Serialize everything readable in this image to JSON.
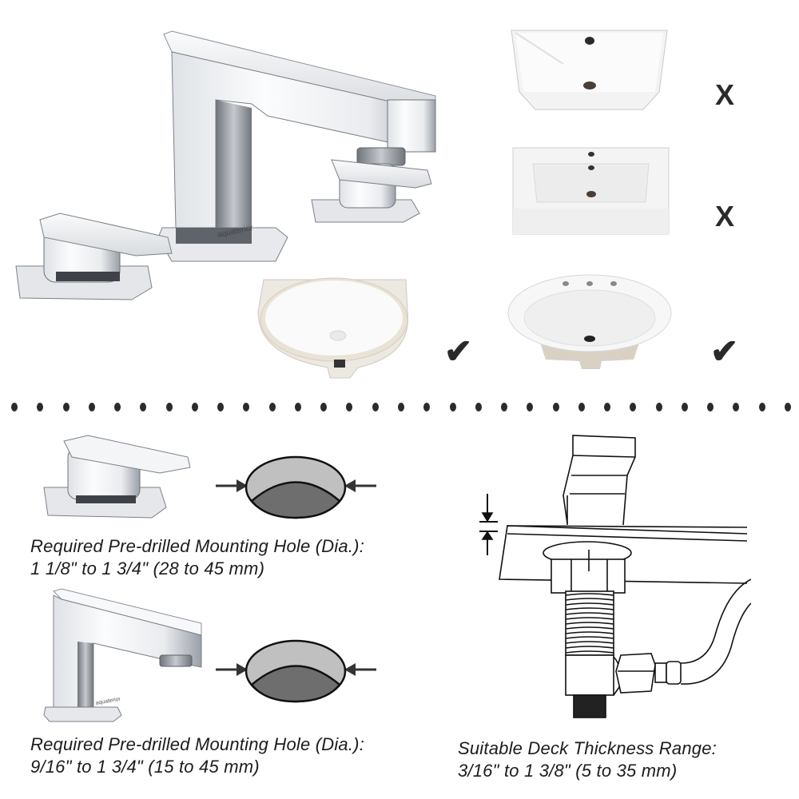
{
  "brand": "aquaterior",
  "product": {
    "name": "widespread-bathroom-faucet",
    "finish": "chrome"
  },
  "sink_compatibility": {
    "items": [
      {
        "type": "rectangular-vessel-sink",
        "compatible": false,
        "mark": "X"
      },
      {
        "type": "rectangular-wall-mount-sink",
        "compatible": false,
        "mark": "X"
      },
      {
        "type": "oval-undermount-sink",
        "compatible": true,
        "mark": "✔"
      },
      {
        "type": "oval-drop-in-3-hole-sink",
        "compatible": true,
        "mark": "✔"
      }
    ]
  },
  "separator": {
    "dot_count": 31
  },
  "specs": {
    "handle_hole": {
      "label": "Required Pre-drilled Mounting Hole (Dia.):",
      "value": "1 1/8\" to 1 3/4\" (28 to 45 mm)"
    },
    "spout_hole": {
      "label": "Required Pre-drilled Mounting Hole (Dia.):",
      "value": "9/16\" to 1 3/4\" (15 to 45 mm)"
    },
    "deck_thickness": {
      "label": "Suitable Deck Thickness Range:",
      "value": "3/16\" to 1 3/8\" (5 to 35 mm)"
    }
  },
  "colors": {
    "chrome_light": "#f4f5f7",
    "chrome_mid": "#c9ccd1",
    "chrome_dark": "#5d6168",
    "hole_top": "#c0c0c0",
    "hole_bottom": "#6e6e6e",
    "ink": "#222222",
    "ceramic": "#f6f6f6",
    "ceramic_shadow": "#d9d3cb"
  }
}
